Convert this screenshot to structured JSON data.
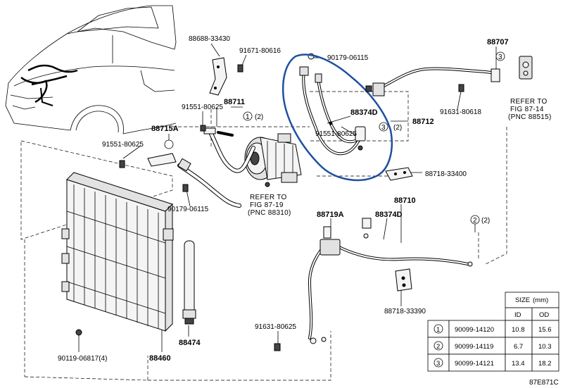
{
  "labels": {
    "p88688": "88688-33430",
    "p91671": "91671-80616",
    "p90179a": "90179-06115",
    "p88707": "88707",
    "p88711": "88711",
    "p91551a": "91551-80625",
    "p88374d_top": "88374D",
    "p88712": "88712",
    "p91551b": "91551-80625",
    "p91631a": "91631-80618",
    "p88715a": "88715A",
    "p91551c": "91551-80625",
    "p88718a": "88718-33400",
    "p90179b": "90179-06115",
    "p88710": "88710",
    "p88719a": "88719A",
    "p88374d_mid": "88374D",
    "p88718b": "88718-33390",
    "p91631b": "91631-80625",
    "p88474": "88474",
    "p88460": "88460",
    "p90119": "90119-06817(4)",
    "diagram_code": "87E871C"
  },
  "callouts": {
    "c1": "1",
    "c2": "(2)",
    "c3": "3",
    "c2b": "(2)",
    "c3b": "3",
    "c2c": "2",
    "c2d": "(2)"
  },
  "refs": {
    "ref1": [
      "REFER TO",
      "FIG 87-14",
      "(PNC 88515)"
    ],
    "ref2": [
      "REFER TO",
      "FIG 87-19",
      "(PNC 88310)"
    ]
  },
  "size_table": {
    "title": "SIZE",
    "unit": "(mm)",
    "col_id": "ID",
    "col_od": "OD",
    "rows": [
      {
        "no": "1",
        "part": "90099-14120",
        "id": "10.8",
        "od": "15.6"
      },
      {
        "no": "2",
        "part": "90099-14119",
        "id": "6.7",
        "od": "10.3"
      },
      {
        "no": "3",
        "part": "90099-14121",
        "id": "13.4",
        "od": "18.2"
      }
    ]
  },
  "colors": {
    "highlight": "#1f4fa0",
    "line": "#000000"
  },
  "icons": [
    "car-outline-icon",
    "compressor-icon",
    "condenser-icon",
    "receiver-dryer-icon",
    "expansion-valve-icon",
    "hose-icon"
  ]
}
